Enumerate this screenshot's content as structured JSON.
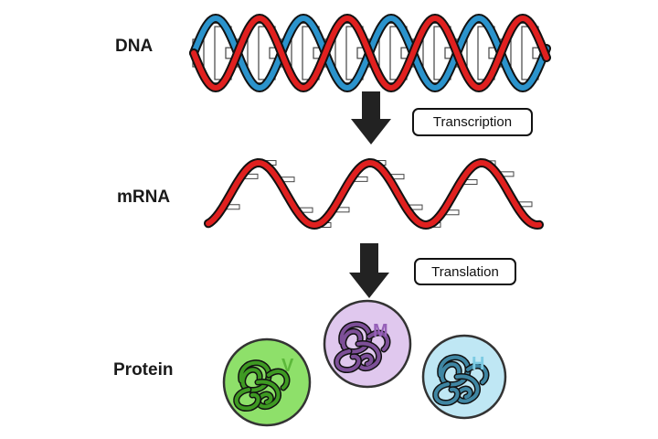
{
  "stages": {
    "dna_label": "DNA",
    "mrna_label": "mRNA",
    "protein_label": "Protein"
  },
  "steps": {
    "transcription": "Transcription",
    "translation": "Translation"
  },
  "proteins": [
    {
      "letter": "V",
      "fill": "#8ee06a",
      "ring": "#3e9a22",
      "letter_color": "#5cb83a"
    },
    {
      "letter": "M",
      "fill": "#e0c8ee",
      "ring": "#7d4f98",
      "letter_color": "#9660b8"
    },
    {
      "letter": "H",
      "fill": "#bfe7f4",
      "ring": "#3f86a3",
      "letter_color": "#7ccbe3"
    }
  ],
  "colors": {
    "strand_red": "#e0201f",
    "strand_blue": "#2b93cc",
    "arrow": "#222222"
  }
}
